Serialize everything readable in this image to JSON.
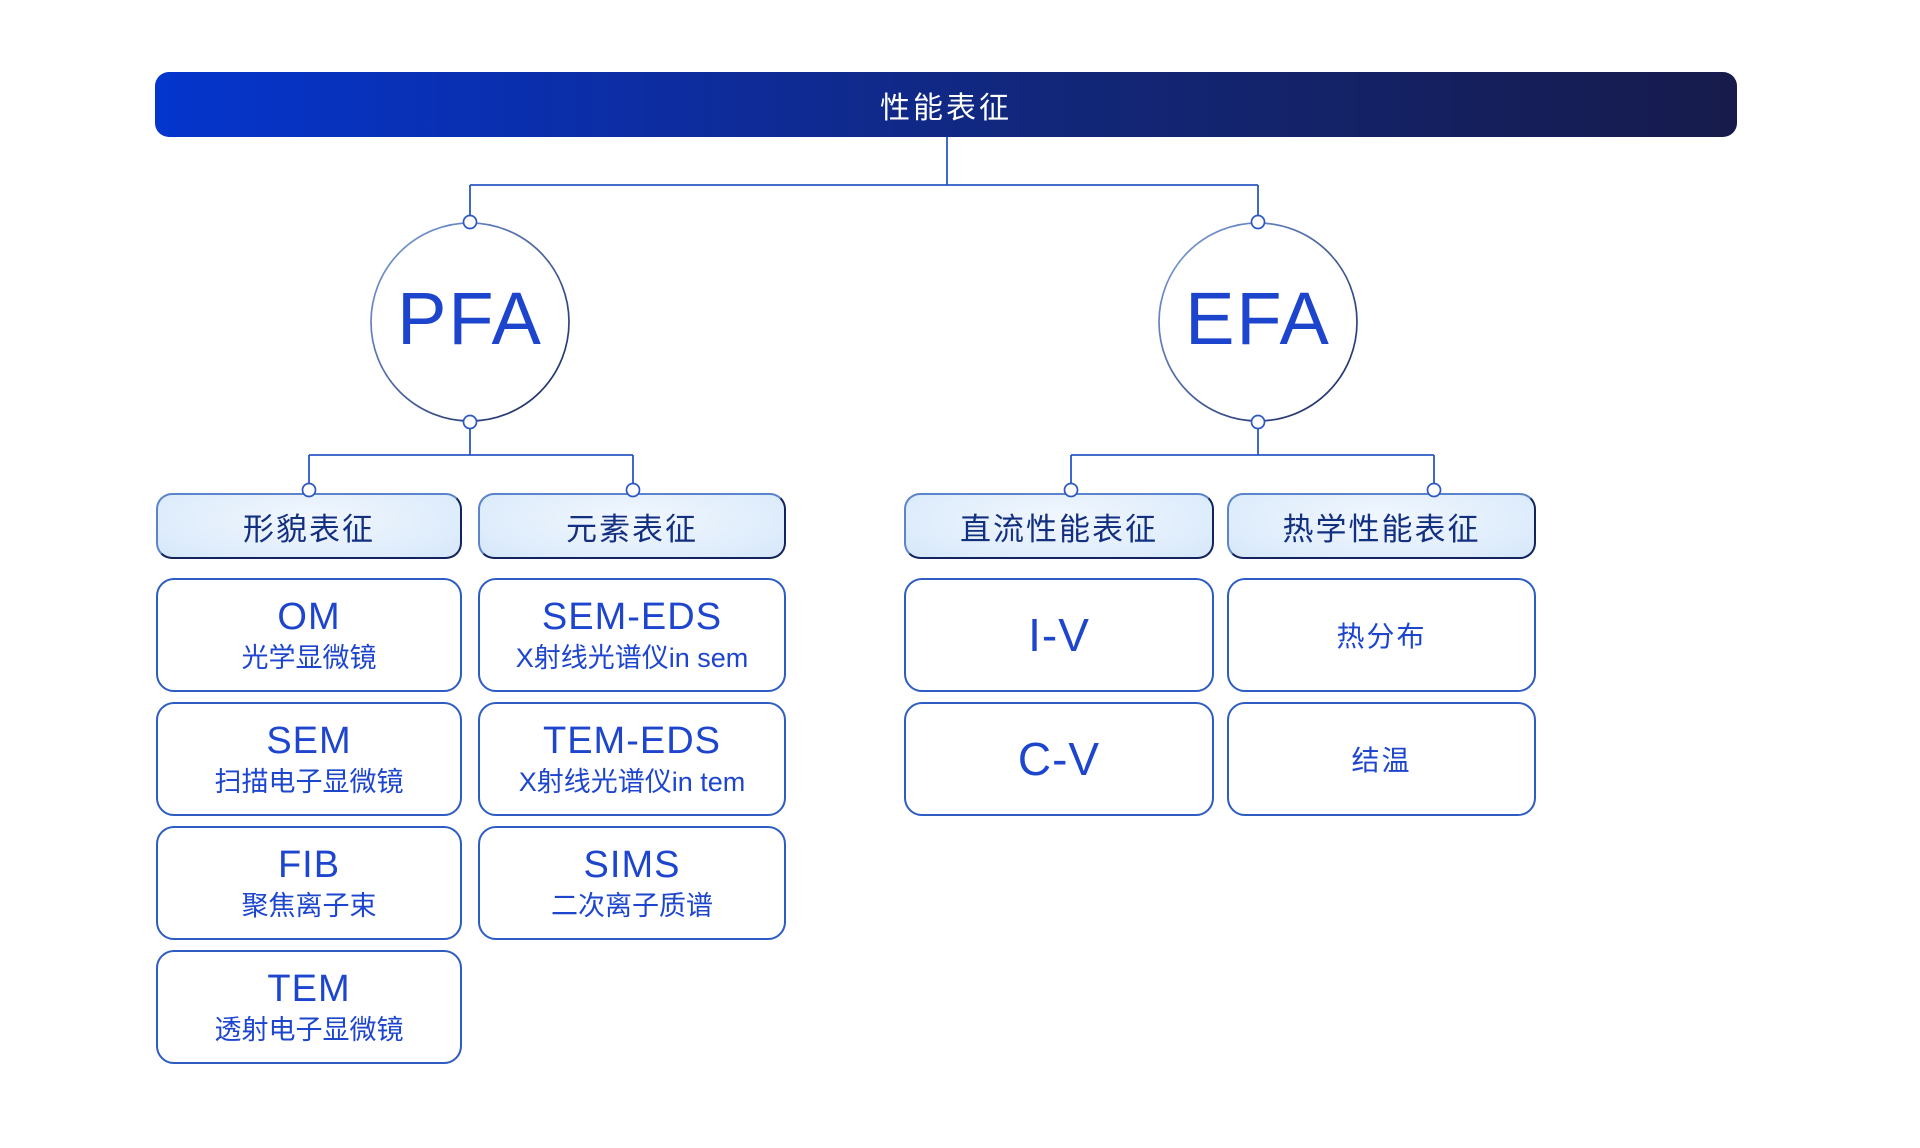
{
  "root": {
    "title": "性能表征"
  },
  "colors": {
    "banner_gradient_start": "#0435cd",
    "banner_gradient_end": "#161b4b",
    "banner_text": "#ffffff",
    "line_blue": "#2b57c4",
    "circle_label_blue": "#1c44cc",
    "item_border_blue": "#2d5cc2",
    "item_text_blue": "#1d45cd",
    "header_text_navy": "#132f80",
    "header_fill_light": "#f1f7fe",
    "header_fill_dark": "#b7d4f3"
  },
  "branches": [
    {
      "label": "PFA",
      "groups": [
        {
          "header": "形貌表征",
          "items": [
            {
              "name": "OM",
              "desc": "光学显微镜"
            },
            {
              "name": "SEM",
              "desc": "扫描电子显微镜"
            },
            {
              "name": "FIB",
              "desc": "聚焦离子束"
            },
            {
              "name": "TEM",
              "desc": "透射电子显微镜"
            }
          ]
        },
        {
          "header": "元素表征",
          "items": [
            {
              "name": "SEM-EDS",
              "desc": "X射线光谱仪in sem"
            },
            {
              "name": "TEM-EDS",
              "desc": "X射线光谱仪in tem"
            },
            {
              "name": "SIMS",
              "desc": "二次离子质谱"
            }
          ]
        }
      ]
    },
    {
      "label": "EFA",
      "groups": [
        {
          "header": "直流性能表征",
          "items": [
            {
              "name": "I-V"
            },
            {
              "name": "C-V"
            }
          ]
        },
        {
          "header": "热学性能表征",
          "items": [
            {
              "name": "热分布"
            },
            {
              "name": "结温"
            }
          ]
        }
      ]
    }
  ]
}
